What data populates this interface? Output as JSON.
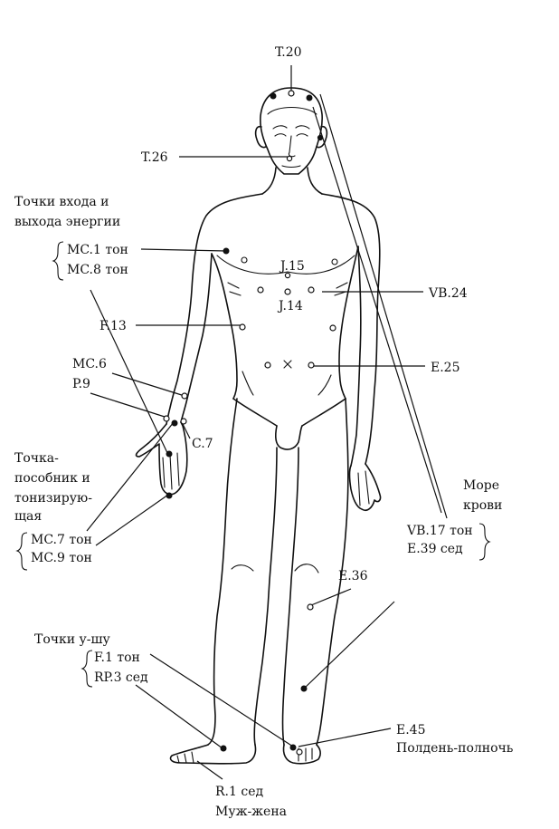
{
  "labels": {
    "t20": "T.20",
    "t26": "T.26",
    "entry_exit_1": "Точки входа и",
    "entry_exit_2": "выхода энергии",
    "mc1": "MC.1 тон",
    "mc8": "MC.8 тон",
    "j15": "J.15",
    "j14": "J.14",
    "vb24": "VB.24",
    "f13": "F.13",
    "mc6": "MC.6",
    "p9": "P.9",
    "c7": "C.7",
    "e25": "E.25",
    "helper_1": "Точка-",
    "helper_2": "пособник и",
    "helper_3": "тонизирую-",
    "helper_4": "щая",
    "mc7": "MC.7 тон",
    "mc9": "MC.9 тон",
    "sea_1": "Море",
    "sea_2": "крови",
    "vb17": "VB.17 тон",
    "e39": "E.39 сед",
    "e36": "E.36",
    "wushu": "Точки у-шу",
    "f1": "F.1 тон",
    "rp3": "RP.3 сед",
    "e45": "E.45",
    "noon_midnight": "Полдень-полночь",
    "r1": "R.1 сед",
    "husband_wife": "Муж-жена"
  },
  "colors": {
    "ink": "#111111",
    "paper": "#ffffff"
  }
}
